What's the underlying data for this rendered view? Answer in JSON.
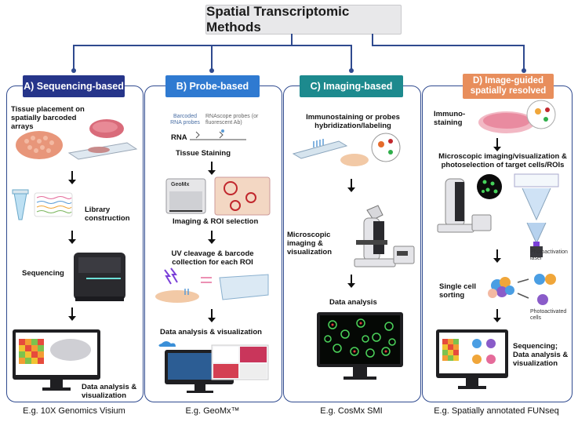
{
  "title": "Spatial Transcriptomic Methods",
  "panels": {
    "a": {
      "header": "A) Sequencing-based",
      "step1": "Tissue placement on spatially barcoded arrays",
      "step2": "Library construction",
      "step3": "Sequencing",
      "step4": "Data analysis & visualization",
      "caption": "E.g. 10X Genomics Visium"
    },
    "b": {
      "header": "B) Probe-based",
      "barcoded": "Barcoded RNA probes",
      "rnascope": "RNAscope probes (or fluorescent Ab)",
      "rna": "RNA",
      "step1": "Tissue Staining",
      "geomx_label": "GeoMx",
      "step2": "Imaging & ROI selection",
      "step3": "UV cleavage & barcode collection for each ROI",
      "step4": "Data analysis & visualization",
      "caption": "E.g. GeoMx™"
    },
    "c": {
      "header": "C) Imaging-based",
      "step1": "Immunostaining or probes hybridization/labeling",
      "step2": "Microscopic imaging & visualization",
      "step3": "Data analysis",
      "caption": "E.g. CosMx SMI"
    },
    "d": {
      "header": "D) Image-guided spatially resolved",
      "step1": "Immuno-staining",
      "step2": "Microscopic imaging/visualization & photoselection of target cells/ROIs",
      "laser": "Photoactivation laser",
      "step3": "Single cell sorting",
      "photo_cells": "Photoactivated cells",
      "step4": "Sequencing; Data analysis & visualization",
      "caption": "E.g. Spatially annotated FUNseq"
    }
  },
  "colors": {
    "a": "#26358a",
    "b": "#2f7ad1",
    "c": "#1d8a8e",
    "d": "#e88e5c",
    "border": "#2f4a8f"
  }
}
